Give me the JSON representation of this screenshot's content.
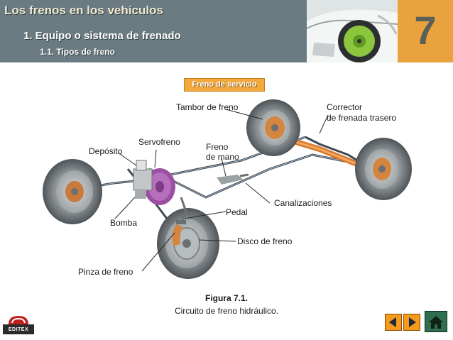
{
  "header": {
    "title": "Los frenos en los vehículos",
    "section": "1.  Equipo o sistema de frenado",
    "subsection": "1.1. Tipos de freno",
    "chapter_number": "7"
  },
  "section_tag": "Freno de servicio",
  "diagram_labels": {
    "tambor": "Tambor de freno",
    "corrector_line1": "Corrector",
    "corrector_line2": "de frenada trasero",
    "servofreno": "Servofreno",
    "deposito": "Depósito",
    "freno_mano_line1": "Freno",
    "freno_mano_line2": "de mano",
    "canalizaciones": "Canalizaciones",
    "pedal": "Pedal",
    "bomba": "Bomba",
    "disco": "Disco de freno",
    "pinza": "Pinza de freno"
  },
  "caption": {
    "title": "Figura 7.1.",
    "text": "Circuito de freno hidráulico."
  },
  "logo_text": "EDITEX",
  "nav": {
    "prev_icon": "triangle-left-icon",
    "next_icon": "triangle-right-icon",
    "home_icon": "home-icon"
  },
  "colors": {
    "header_bg": "#6a7b81",
    "chapter_bg": "#e9a23e",
    "tag_bg": "#f2a940",
    "nav_orange": "#f59a1c",
    "nav_green": "#2f6e4f"
  }
}
